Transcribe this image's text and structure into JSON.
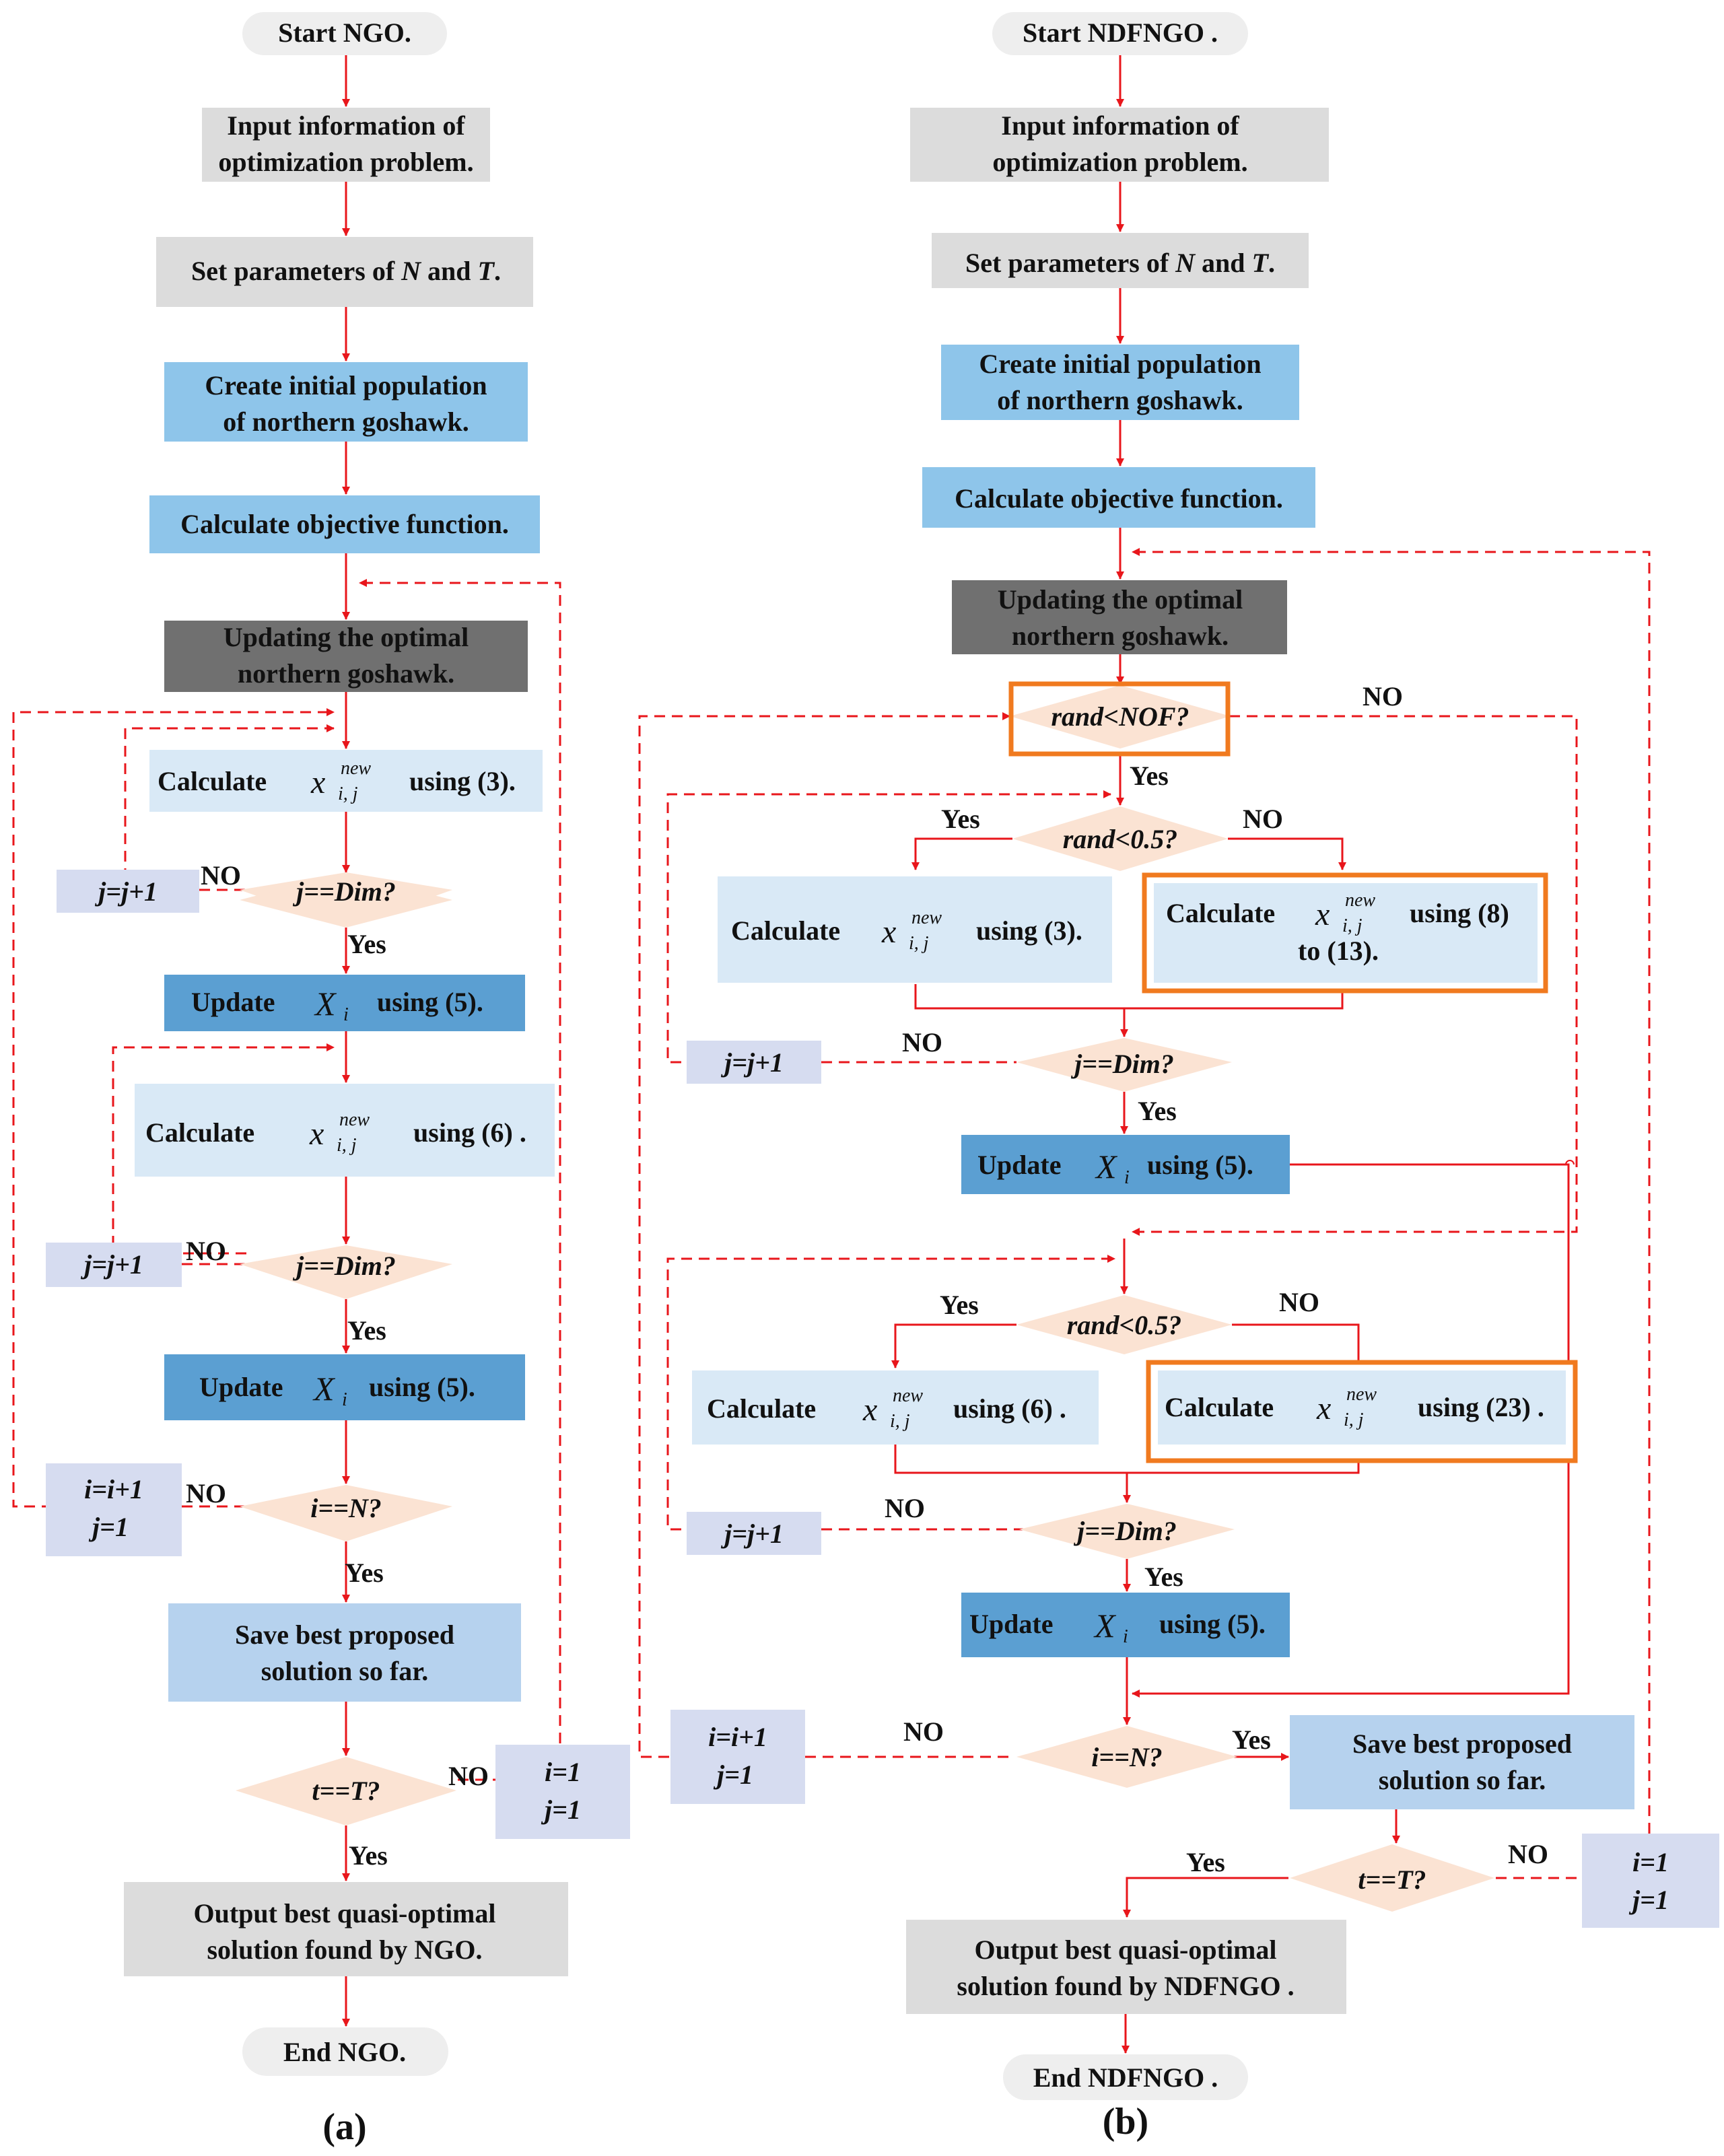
{
  "colors": {
    "arrow": "#e8161b",
    "grey_box": "#dcdcdc",
    "dark_box": "#707070",
    "blue_mid": "#8ec5ea",
    "blue_dark": "#5b9fd2",
    "blue_light": "#d9e9f6",
    "blue_save": "#b6d2ee",
    "lavender": "#d6dcf0",
    "diamond": "#fbe3d3",
    "terminal": "#eeeeee",
    "highlight": "#f07a1f"
  },
  "a": {
    "start": "Start NGO.",
    "input_l1": "Input information of",
    "input_l2": "optimization problem.",
    "set_pre": "Set parameters of ",
    "set_n": "N",
    "set_and": " and ",
    "set_t": "T",
    "set_dot": ".",
    "create_l1": "Create initial population",
    "create_l2": "of northern goshawk.",
    "calc_obj": "Calculate objective function.",
    "upd_l1": "Updating the optimal",
    "upd_l2": "northern goshawk.",
    "calc": "Calculate",
    "x": "x",
    "new": "new",
    "ij": "i, j",
    "using3": "using (3).",
    "using6": "using (6) .",
    "jplus": "j=j+1",
    "jdim": "j==Dim?",
    "no": "NO",
    "yes": "Yes",
    "update": "Update",
    "X": "X",
    "i_sub": "i",
    "using5": "using (5).",
    "iplus": "i=i+1",
    "j1": "j=1",
    "ieqN": "i==N?",
    "save_l1": "Save best proposed",
    "save_l2": "solution so far.",
    "teqT": "t==T?",
    "i1": "i=1",
    "out_l1": "Output  best quasi-optimal",
    "out_l2": "solution found by NGO.",
    "end": "End NGO.",
    "caption": "(a)"
  },
  "b": {
    "start": "Start NDFNGO .",
    "out_l2": "solution found by NDFNGO .",
    "end": "End NDFNGO .",
    "nof": "rand<NOF?",
    "rand05": "rand<0.5?",
    "using8": "using (8)",
    "to13": "to (13).",
    "using23": "using (23) .",
    "caption": "(b)"
  }
}
